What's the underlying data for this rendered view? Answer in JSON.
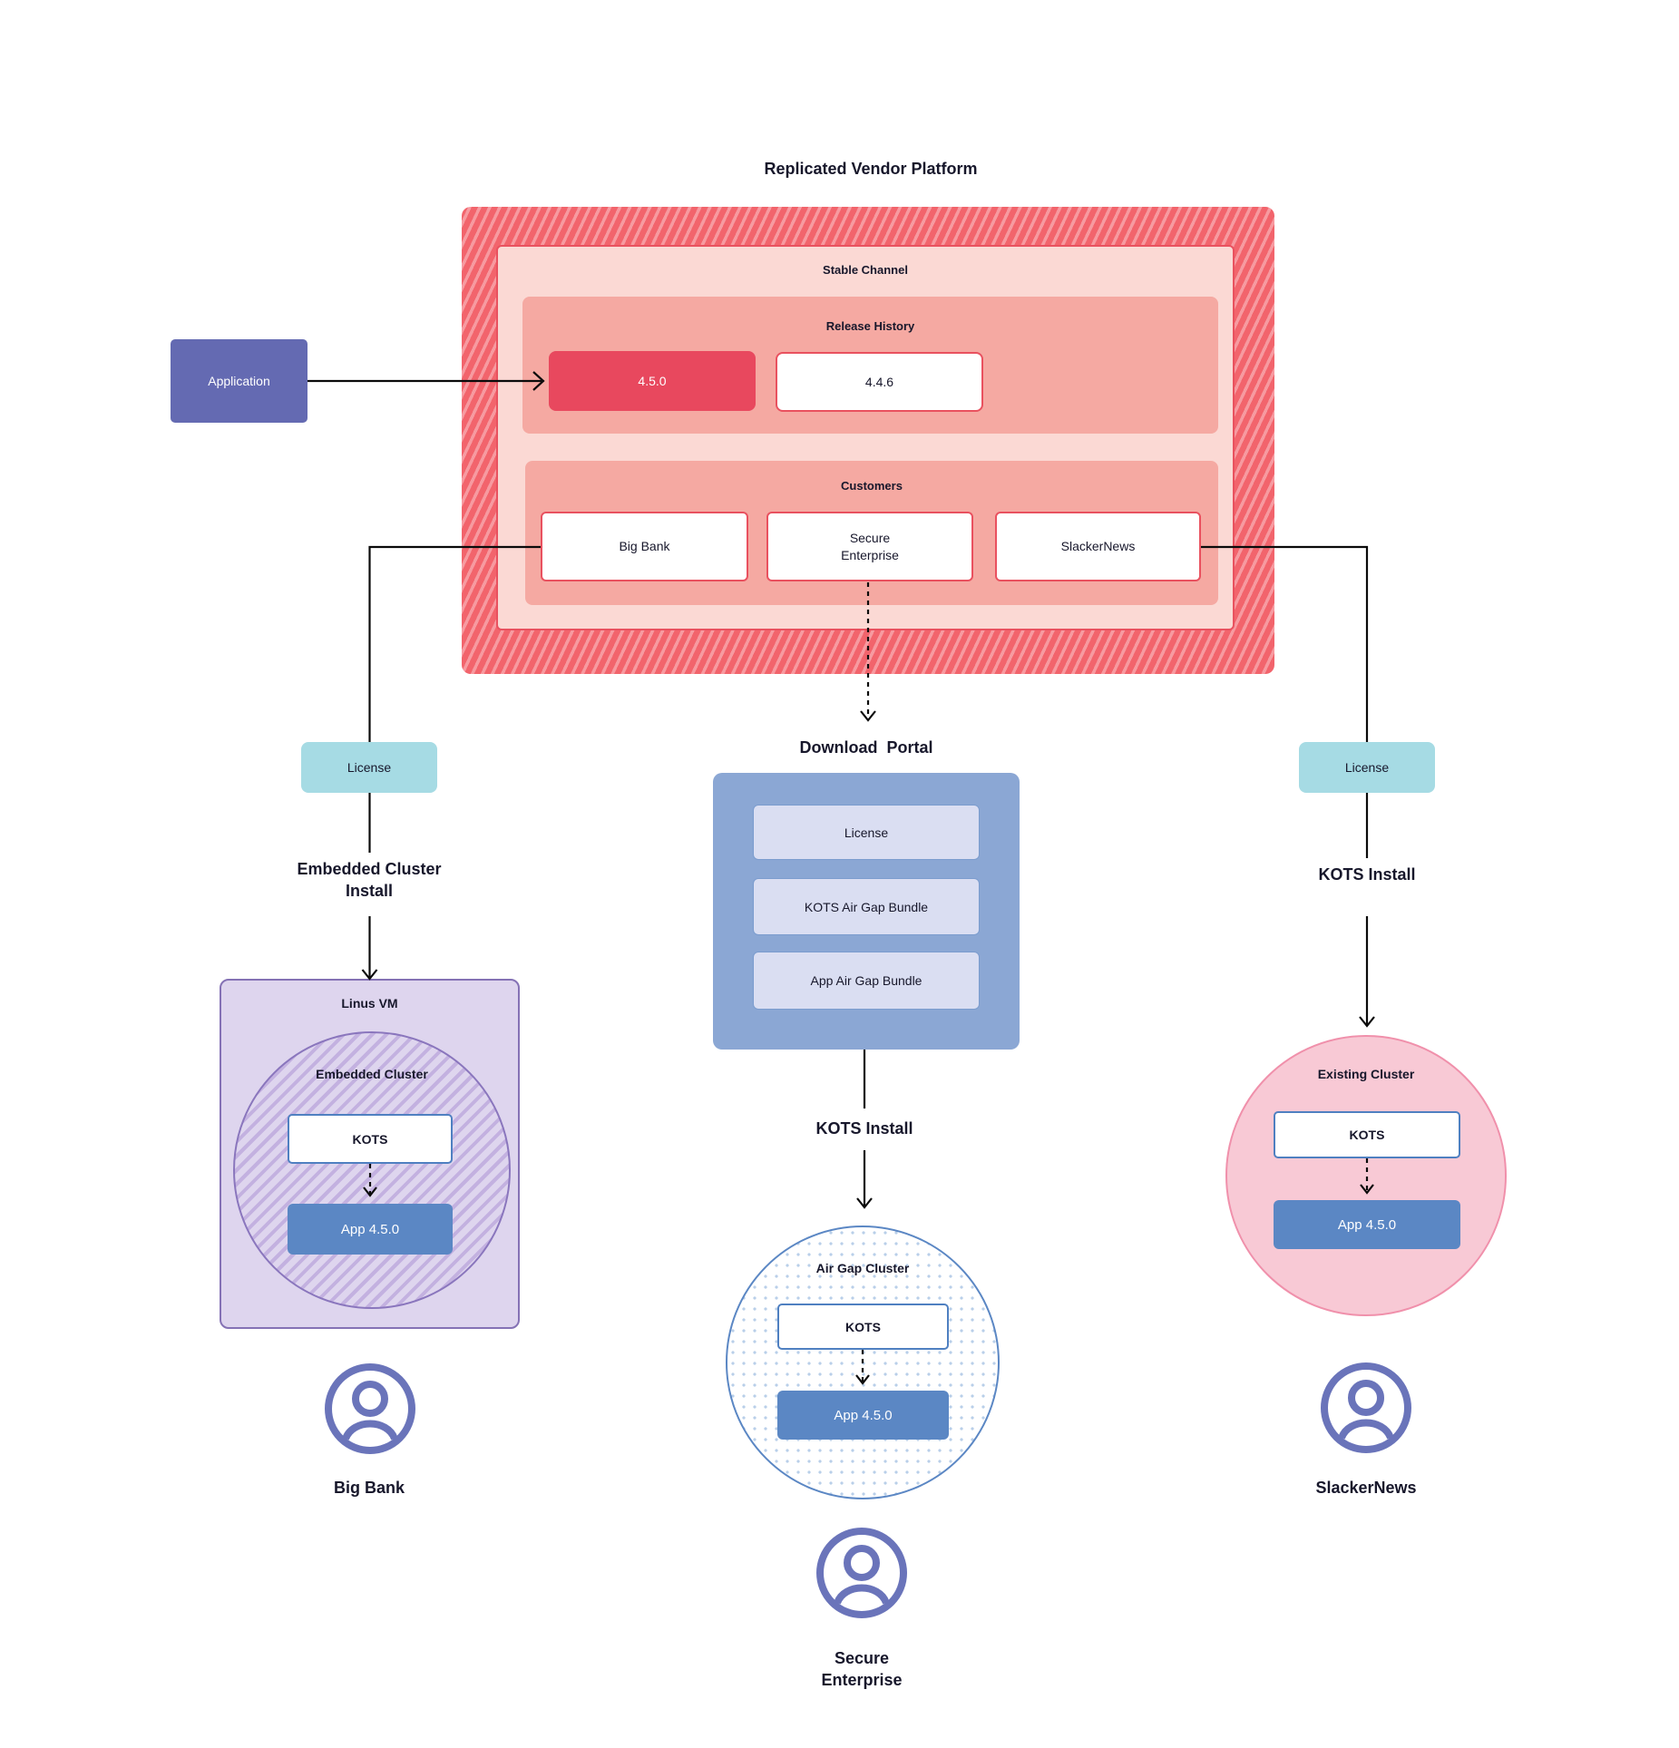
{
  "diagram": {
    "title": "Replicated Vendor Platform",
    "application": {
      "label": "Application"
    },
    "platform": {
      "stable_channel": {
        "label": "Stable Channel",
        "release_history": {
          "label": "Release History",
          "releases": [
            {
              "version": "4.5.0",
              "state": "current"
            },
            {
              "version": "4.4.6",
              "state": "previous"
            }
          ]
        },
        "customers": {
          "label": "Customers",
          "items": [
            "Big Bank",
            "Secure Enterprise",
            "SlackerNews"
          ]
        }
      }
    },
    "download_portal": {
      "title": "Download  Portal",
      "items": [
        "License",
        "KOTS Air Gap Bundle",
        "App Air Gap Bundle"
      ]
    },
    "flows": {
      "big_bank": {
        "license_label": "License",
        "install_label": "Embedded Cluster Install",
        "vm_label": "Linus VM",
        "cluster_label": "Embedded Cluster",
        "kots_label": "KOTS",
        "app_label": "App 4.5.0",
        "user_label": "Big Bank"
      },
      "secure_enterprise": {
        "install_label": "KOTS Install",
        "cluster_label": "Air Gap Cluster",
        "kots_label": "KOTS",
        "app_label": "App 4.5.0",
        "user_label": "Secure Enterprise"
      },
      "slackernews": {
        "license_label": "License",
        "install_label": "KOTS Install",
        "cluster_label": "Existing Cluster",
        "kots_label": "KOTS",
        "app_label": "App 4.5.0",
        "user_label": "SlackerNews"
      }
    },
    "colors": {
      "platform_stripe_dark": "#f2646c",
      "platform_stripe_light": "#f79aa0",
      "stable_channel_bg": "#fbd9d4",
      "accent_red": "#e8485e",
      "section_salmon": "#f5a9a2",
      "application_purple": "#646ab2",
      "license_teal": "#a6dbe4",
      "portal_blue": "#8ba7d4",
      "portal_item_bg": "#dadef2",
      "vm_purple_bg": "#ded5ee",
      "vm_purple_border": "#8572b5",
      "kots_border_blue": "#4f80c1",
      "app_blue": "#5b87c4",
      "existing_pink_bg": "#f8c9d5",
      "existing_pink_border": "#f090ab",
      "person_indigo": "#6a74ba"
    }
  }
}
